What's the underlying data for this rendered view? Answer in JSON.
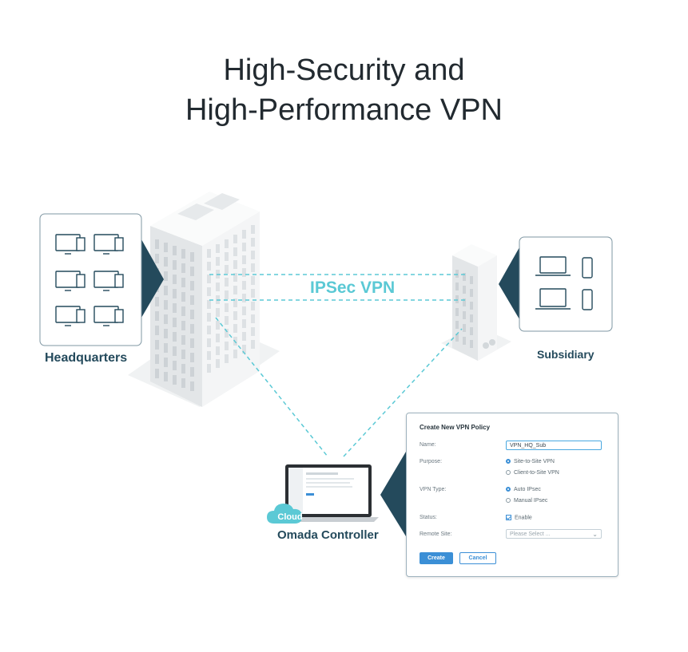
{
  "title": {
    "line1": "High-Security and",
    "line2": "High-Performance VPN"
  },
  "labels": {
    "headquarters": "Headquarters",
    "subsidiary": "Subsidiary",
    "ipsec": "IPSec VPN",
    "cloud": "Cloud",
    "controller": "Omada Controller"
  },
  "dialog": {
    "title": "Create New VPN Policy",
    "name_label": "Name:",
    "name_value": "VPN_HQ_Sub",
    "purpose_label": "Purpose:",
    "purpose_options": [
      "Site-to-Site VPN",
      "Client-to-Site VPN"
    ],
    "vpn_type_label": "VPN Type:",
    "vpn_type_options": [
      "Auto IPsec",
      "Manual IPsec"
    ],
    "status_label": "Status:",
    "status_value": "Enable",
    "remote_site_label": "Remote Site:",
    "remote_site_placeholder": "Please Select ...",
    "create_label": "Create",
    "cancel_label": "Cancel"
  },
  "icons": [
    "monitor-icon",
    "laptop-icon",
    "phone-icon",
    "building-icon",
    "cloud-icon",
    "chevron-down-icon"
  ],
  "colors": {
    "accent": "#5bc9d5",
    "dark_teal": "#244a5c",
    "button_blue": "#3b8fd6"
  }
}
